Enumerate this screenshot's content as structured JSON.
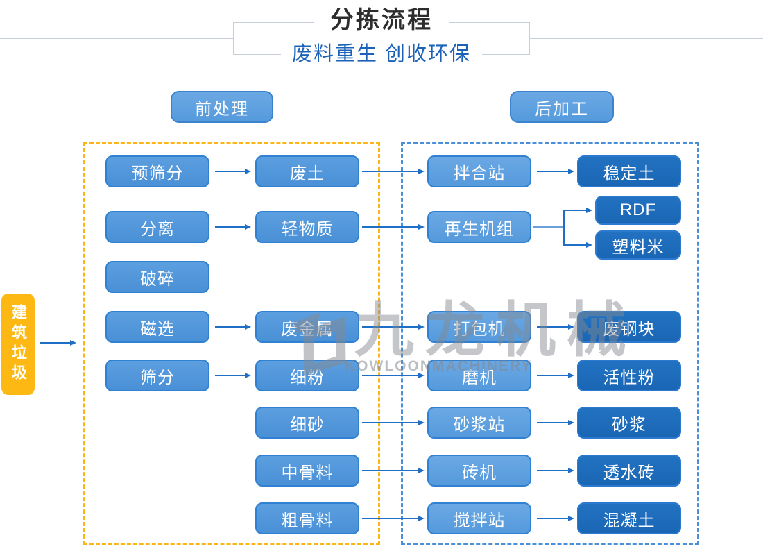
{
  "header": {
    "title": "分拣流程",
    "subtitle": "废料重生 创收环保"
  },
  "sections": {
    "pre": "前处理",
    "post": "后加工"
  },
  "source": {
    "label": "建筑垃圾"
  },
  "nodes": {
    "pre_screen": "预筛分",
    "waste_soil": "废土",
    "mixing_station": "拌合站",
    "stable_soil": "稳定土",
    "separation": "分离",
    "light_material": "轻物质",
    "regen_unit": "再生机组",
    "rdf": "RDF",
    "plastic_pellet": "塑料米",
    "crushing": "破碎",
    "magnetic_sep": "磁选",
    "waste_metal": "废金属",
    "baler": "打包机",
    "waste_steel": "废钢块",
    "screening": "筛分",
    "fine_powder": "细粉",
    "mill": "磨机",
    "active_powder": "活性粉",
    "fine_sand": "细砂",
    "mortar_station": "砂浆站",
    "mortar": "砂浆",
    "mid_aggregate": "中骨料",
    "brick_machine": "砖机",
    "permeable_brick": "透水砖",
    "coarse_aggregate": "粗骨料",
    "mixing_plant": "搅拌站",
    "concrete": "混凝土"
  },
  "watermark": {
    "brand": "九龙机械",
    "brand_en": "KOWLOONMACHINERY"
  },
  "colors": {
    "process_box": "#4F94D9",
    "process_box_light": "#5C9EDE",
    "output_box": "#1C69B8",
    "box_border": "#3181D2",
    "accent_yellow": "#FDB813",
    "dashed_yellow": "#FDB515",
    "dashed_blue": "#4A90D8",
    "arrow": "#1E6FC5",
    "title_text": "#2D2D2D",
    "subtitle_text": "#1C63B8",
    "watermark_gray": "#85898F"
  }
}
